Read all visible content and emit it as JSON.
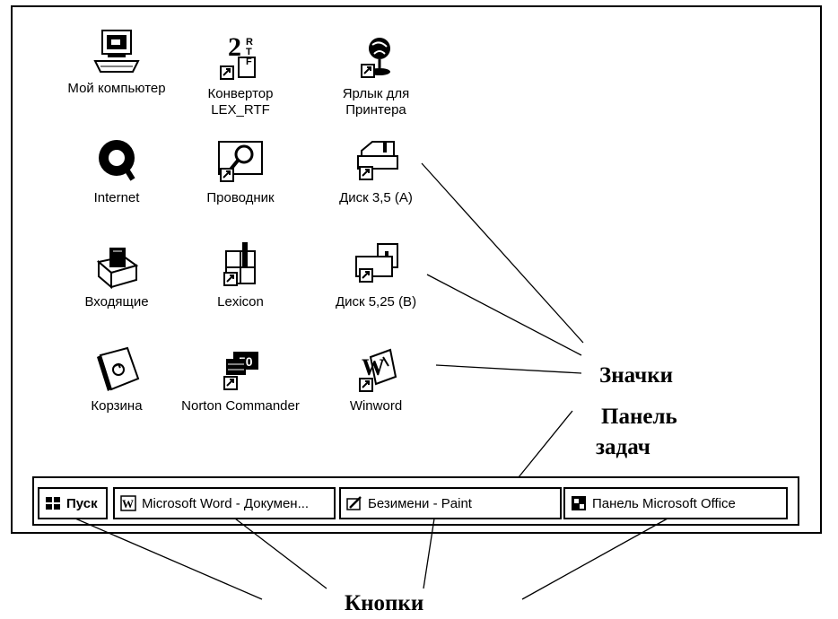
{
  "desktop": {
    "icons": [
      {
        "label_lines": [
          "Мой компьютер"
        ],
        "icon": "my-computer-icon"
      },
      {
        "label_lines": [
          "Конвертор",
          "LEX_RTF"
        ],
        "icon": "converter-rtf-icon"
      },
      {
        "label_lines": [
          "Ярлык для",
          "Принтера"
        ],
        "icon": "printer-shortcut-icon"
      },
      {
        "label_lines": [
          "Internet"
        ],
        "icon": "internet-icon"
      },
      {
        "label_lines": [
          "Проводник"
        ],
        "icon": "explorer-icon"
      },
      {
        "label_lines": [
          "Диск 3,5 (А)"
        ],
        "icon": "floppy-35-icon"
      },
      {
        "label_lines": [
          "Входящие"
        ],
        "icon": "inbox-icon"
      },
      {
        "label_lines": [
          "Lexicon"
        ],
        "icon": "lexicon-icon"
      },
      {
        "label_lines": [
          "Диск 5,25 (В)"
        ],
        "icon": "floppy-525-icon"
      },
      {
        "label_lines": [
          "Корзина"
        ],
        "icon": "recycle-bin-icon"
      },
      {
        "label_lines": [
          "Norton Commander"
        ],
        "icon": "norton-commander-icon"
      },
      {
        "label_lines": [
          "Winword"
        ],
        "icon": "winword-icon"
      }
    ]
  },
  "taskbar": {
    "start_label": "Пуск",
    "buttons": [
      {
        "label": "Microsoft Word - Докумен...",
        "icon": "word-icon"
      },
      {
        "label": "Безимени - Paint",
        "icon": "paint-icon"
      },
      {
        "label": "Панель Microsoft Office",
        "icon": "office-panel-icon"
      }
    ]
  },
  "annotations": {
    "icons_label": "Значки",
    "taskbar_label_line1": "Панель",
    "taskbar_label_line2": "задач",
    "buttons_label": "Кнопки"
  }
}
